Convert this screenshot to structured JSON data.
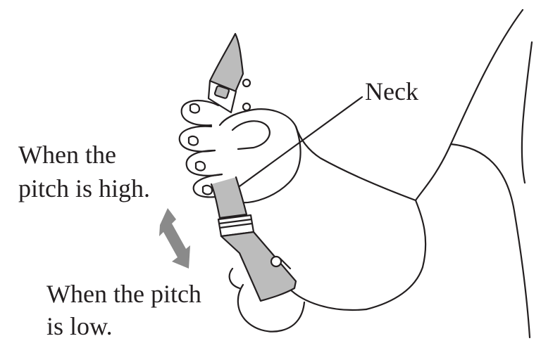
{
  "labels": {
    "neck": "Neck",
    "high_line1": "When the",
    "high_line2": "pitch is high.",
    "low_line1": "When the pitch",
    "low_line2": "is low."
  },
  "colors": {
    "ink": "#231f20",
    "part_fill": "#bcbcbc",
    "arrow_fill": "#8a8a8a"
  },
  "icons": {
    "direction_arrow": "double-headed-arrow-icon"
  }
}
